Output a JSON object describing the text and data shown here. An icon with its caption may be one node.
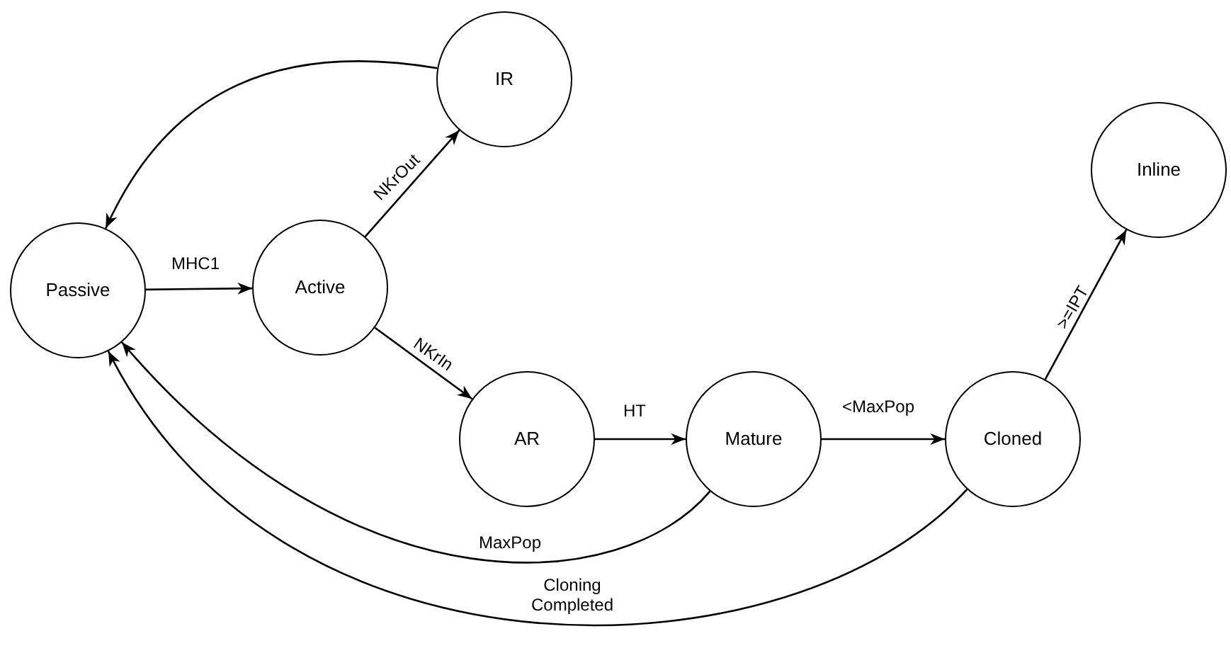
{
  "diagram": {
    "nodes": [
      {
        "text": [
          "Passive"
        ]
      },
      {
        "text": [
          "Active"
        ]
      },
      {
        "text": [
          "IR"
        ]
      },
      {
        "text": [
          "AR"
        ]
      },
      {
        "text": [
          "Mature"
        ]
      },
      {
        "text": [
          "Cloned"
        ]
      },
      {
        "text": [
          "Inline"
        ]
      }
    ],
    "edges": [
      {
        "from": 2,
        "to": 0,
        "arrow": "to"
      },
      {
        "from": 0,
        "to": 1,
        "label": "MHC1",
        "arrow": "to"
      },
      {
        "from": 1,
        "to": 2,
        "label": "NKrOut",
        "arrow": "to"
      },
      {
        "from": 1,
        "to": 3,
        "label": "NKrIn",
        "arrow": "to"
      },
      {
        "from": 3,
        "to": 4,
        "label": "HT",
        "arrow": "to"
      },
      {
        "from": 4,
        "to": 5,
        "label": "<MaxPop",
        "arrow": "to"
      },
      {
        "from": 5,
        "to": 6,
        "label": ">=IPT",
        "arrow": "to"
      },
      {
        "from": 4,
        "to": 0,
        "label": "MaxPop",
        "arrow": "to"
      },
      {
        "from": 5,
        "to": 0,
        "label": "Cloning Completed",
        "arrow": "to"
      }
    ]
  }
}
